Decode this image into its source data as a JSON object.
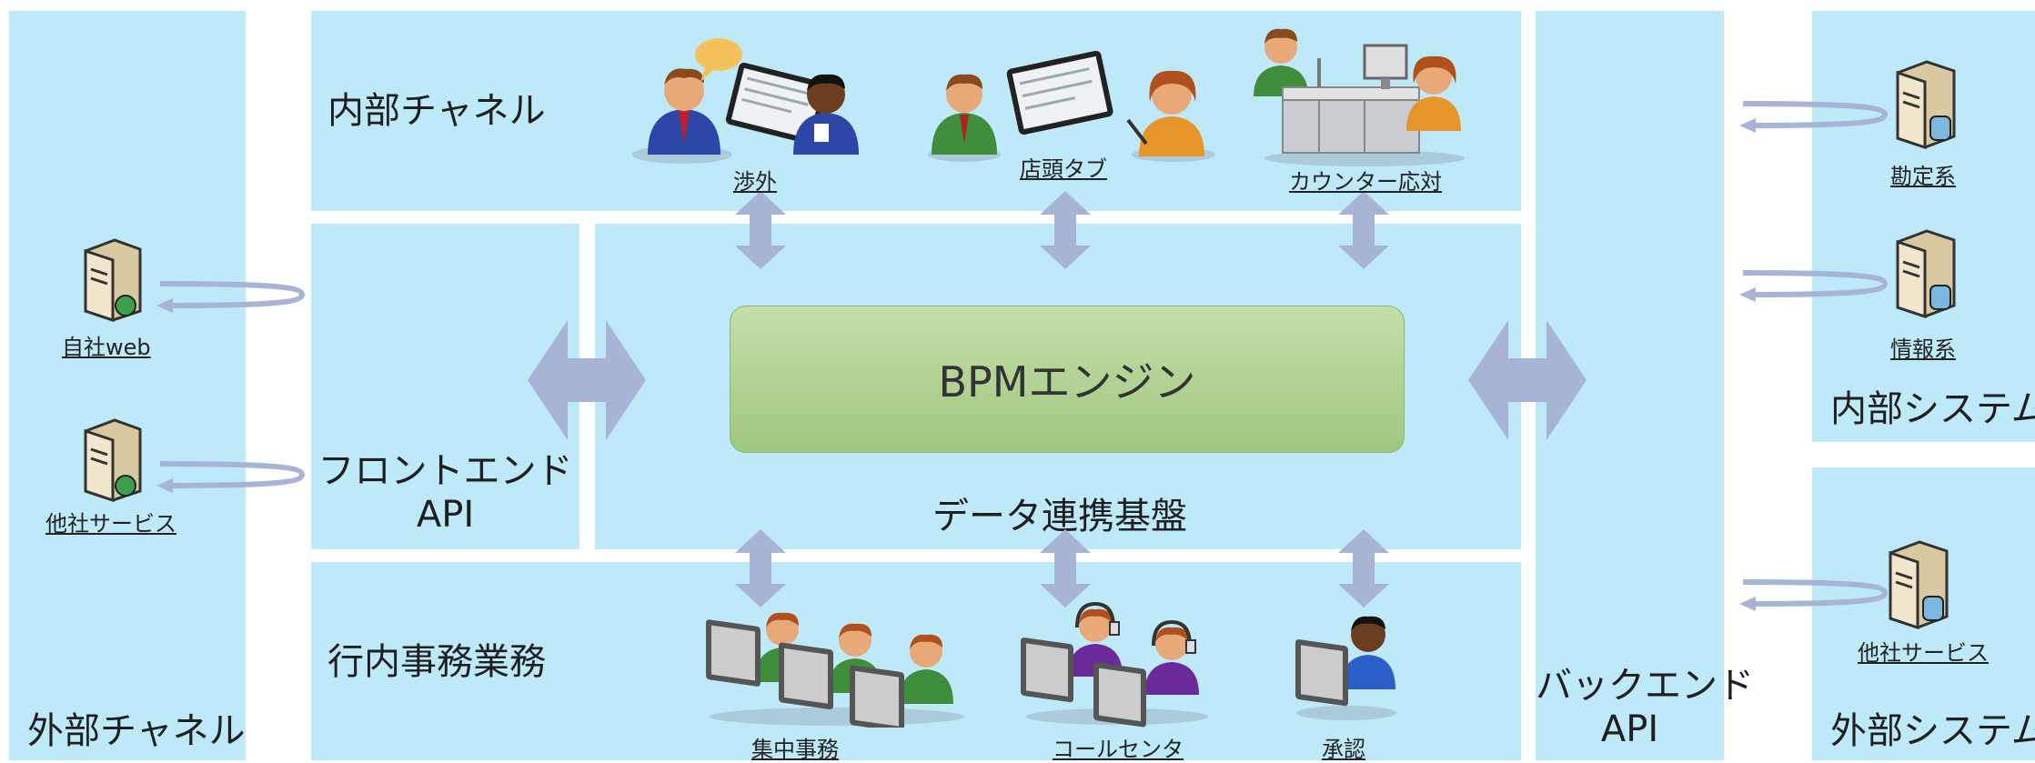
{
  "panels": {
    "external_channel": "外部チャネル",
    "internal_channel": "内部チャネル",
    "frontend_api_line1": "フロントエンド",
    "frontend_api_line2": "API",
    "data_platform": "データ連携基盤",
    "back_office": "行内事務業務",
    "backend_api_line1": "バックエンド",
    "backend_api_line2": "API",
    "internal_system": "内部システム",
    "external_system": "外部システム"
  },
  "engine": "BPMエンジン",
  "internal_channel_nodes": [
    "渉外",
    "店頭タブ",
    "カウンター応対"
  ],
  "back_office_nodes": [
    "集中事務",
    "コールセンタ",
    "承認"
  ],
  "external_channel_nodes": [
    "自社web",
    "他社サービス"
  ],
  "internal_system_nodes": [
    "勘定系",
    "情報系"
  ],
  "external_system_nodes": [
    "他社サービス"
  ],
  "colors": {
    "panel": "#bde9f8",
    "engine": "#a9cf89",
    "arrow": "#a7b4d6"
  },
  "icons": [
    "person-tablet-icon",
    "person-tablet-icon",
    "counter-staff-icon",
    "computer-operators-icon",
    "headset-operators-icon",
    "approver-icon",
    "web-server-icon",
    "database-server-icon"
  ]
}
